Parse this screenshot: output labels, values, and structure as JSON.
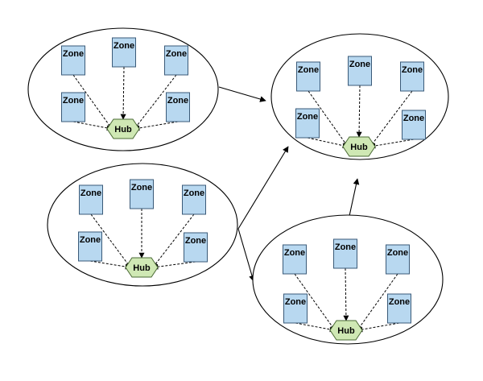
{
  "colors": {
    "zone_fill": "#b8d8f0",
    "zone_stroke": "#3a5a78",
    "hub_fill": "#cfe8b4",
    "hub_stroke": "#4a6a34",
    "line": "#000000",
    "background": "#ffffff"
  },
  "clusters": [
    {
      "id": "cluster-top-left",
      "hub_label": "Hub",
      "zones": [
        "Zone",
        "Zone",
        "Zone",
        "Zone",
        "Zone"
      ]
    },
    {
      "id": "cluster-top-right",
      "hub_label": "Hub",
      "zones": [
        "Zone",
        "Zone",
        "Zone",
        "Zone",
        "Zone"
      ]
    },
    {
      "id": "cluster-middle-left",
      "hub_label": "Hub",
      "zones": [
        "Zone",
        "Zone",
        "Zone",
        "Zone",
        "Zone"
      ]
    },
    {
      "id": "cluster-bottom-right",
      "hub_label": "Hub",
      "zones": [
        "Zone",
        "Zone",
        "Zone",
        "Zone",
        "Zone"
      ]
    }
  ],
  "connections": [
    {
      "from": "cluster-top-left",
      "to": "cluster-top-right"
    },
    {
      "from": "cluster-middle-left",
      "to": "cluster-top-right"
    },
    {
      "from": "cluster-middle-left",
      "to": "cluster-bottom-right"
    },
    {
      "from": "cluster-bottom-right",
      "to": "cluster-top-right"
    }
  ]
}
